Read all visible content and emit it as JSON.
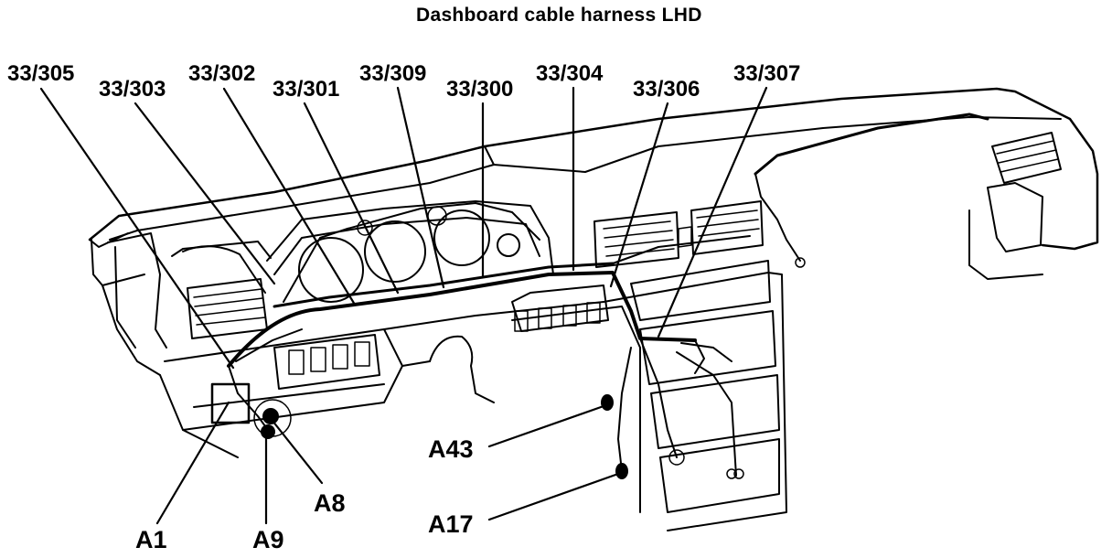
{
  "title": "Dashboard cable harness LHD",
  "callouts": {
    "c305": "33/305",
    "c303": "33/303",
    "c302": "33/302",
    "c301": "33/301",
    "c309": "33/309",
    "c300": "33/300",
    "c304": "33/304",
    "c306": "33/306",
    "c307": "33/307",
    "a43": "A43",
    "a17": "A17",
    "a8": "A8",
    "a1": "A1",
    "a9": "A9"
  }
}
